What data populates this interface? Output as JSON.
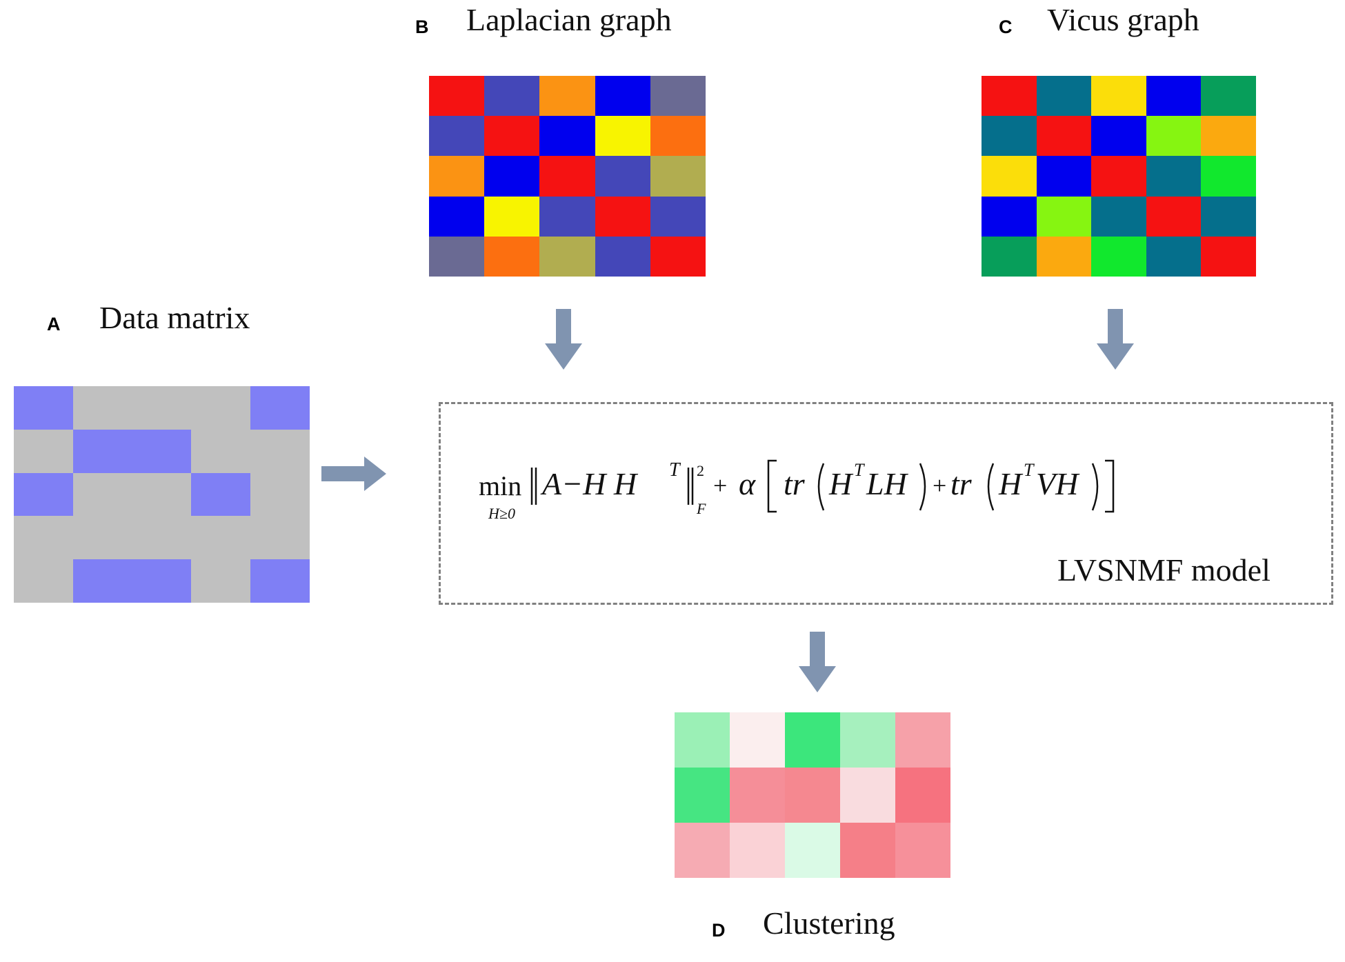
{
  "panels": {
    "a": {
      "letter": "A",
      "title": "Data matrix"
    },
    "b": {
      "letter": "B",
      "title": "Laplacian graph"
    },
    "c": {
      "letter": "C",
      "title": "Vicus graph"
    },
    "d": {
      "letter": "D",
      "title": "Clustering"
    }
  },
  "model": {
    "label": "LVSNMF model",
    "formula": {
      "op": "min",
      "constraint": "H≥0",
      "lhs": "A−H H",
      "lhs_sup": "T",
      "norm_sup": "2",
      "norm_sub": "F",
      "plus": "+",
      "alpha": "α",
      "term1_tr": "tr",
      "term1_H": "H",
      "term1_sup": "T",
      "term1_rest": "LH",
      "plus2": "+",
      "term2_tr": "tr",
      "term2_H": "H",
      "term2_sup": "T",
      "term2_rest": "VH"
    }
  },
  "colors": {
    "arrow": "#8094b0",
    "dashed_border": "#808080"
  },
  "data_matrix": {
    "background": "#c0c0c0",
    "highlight": "#7f7ff5",
    "cells": [
      [
        1,
        0,
        0,
        0,
        1
      ],
      [
        0,
        1,
        1,
        0,
        0
      ],
      [
        1,
        0,
        0,
        1,
        0
      ],
      [
        0,
        0,
        0,
        0,
        0
      ],
      [
        0,
        1,
        1,
        0,
        1
      ]
    ]
  },
  "laplacian_grid": [
    [
      "#f51212",
      "#4447b8",
      "#fb9313",
      "#0000ee",
      "#6a6a93"
    ],
    [
      "#4447b8",
      "#f51212",
      "#0000ee",
      "#f8f400",
      "#fc6f10"
    ],
    [
      "#fb9313",
      "#0000ee",
      "#f51212",
      "#4447b8",
      "#b1ad50"
    ],
    [
      "#0000ee",
      "#f8f400",
      "#4447b8",
      "#f51212",
      "#4447b8"
    ],
    [
      "#6a6a93",
      "#fc6f10",
      "#b1ad50",
      "#4447b8",
      "#f51212"
    ]
  ],
  "vicus_grid": [
    [
      "#f51212",
      "#056f8c",
      "#fbde0a",
      "#0000ee",
      "#079e5a"
    ],
    [
      "#056f8c",
      "#f51212",
      "#0000ee",
      "#86f511",
      "#fba90f"
    ],
    [
      "#fbde0a",
      "#0000ee",
      "#f51212",
      "#056f8c",
      "#11e82d"
    ],
    [
      "#0000ee",
      "#86f511",
      "#056f8c",
      "#f51212",
      "#056f8c"
    ],
    [
      "#079e5a",
      "#fba90f",
      "#11e82d",
      "#056f8c",
      "#f51212"
    ]
  ],
  "clustering_grid": [
    [
      "#9bf0b6",
      "#fbeeee",
      "#3ce67c",
      "#a6f0be",
      "#f6a1a9"
    ],
    [
      "#46e582",
      "#f58e98",
      "#f58890",
      "#f9dcdf",
      "#f6727f"
    ],
    [
      "#f6abb3",
      "#fad2d6",
      "#dafae6",
      "#f57f88",
      "#f6909a"
    ]
  ]
}
